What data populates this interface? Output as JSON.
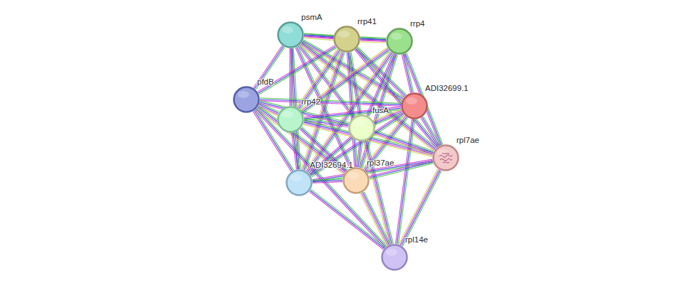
{
  "diagram": {
    "nodes": [
      {
        "text": [
          "psmA"
        ]
      },
      {
        "text": [
          "rrp41"
        ]
      },
      {
        "text": [
          "rrp4"
        ]
      },
      {
        "text": [
          "pfdB"
        ]
      },
      {
        "text": [
          "ADI32699.1"
        ]
      },
      {
        "text": [
          "rrp42"
        ]
      },
      {
        "text": [
          "fusA"
        ]
      },
      {
        "text": [
          "rpl7ae"
        ]
      },
      {
        "text": [
          "ADI32694.1"
        ]
      },
      {
        "text": [
          "rpl37ae"
        ]
      },
      {
        "text": [
          "rpl14e"
        ]
      }
    ],
    "edges": [
      {
        "from": 0,
        "to": 1,
        "arrow": "none"
      },
      {
        "from": 0,
        "to": 2,
        "arrow": "none"
      },
      {
        "from": 0,
        "to": 3,
        "arrow": "none"
      },
      {
        "from": 0,
        "to": 4,
        "arrow": "none"
      },
      {
        "from": 0,
        "to": 5,
        "arrow": "none"
      },
      {
        "from": 0,
        "to": 6,
        "arrow": "none"
      },
      {
        "from": 0,
        "to": 7,
        "arrow": "none"
      },
      {
        "from": 0,
        "to": 8,
        "arrow": "none"
      },
      {
        "from": 0,
        "to": 9,
        "arrow": "none"
      },
      {
        "from": 1,
        "to": 2,
        "arrow": "none"
      },
      {
        "from": 1,
        "to": 3,
        "arrow": "none"
      },
      {
        "from": 1,
        "to": 4,
        "arrow": "none"
      },
      {
        "from": 1,
        "to": 5,
        "arrow": "none"
      },
      {
        "from": 1,
        "to": 6,
        "arrow": "none"
      },
      {
        "from": 1,
        "to": 7,
        "arrow": "none"
      },
      {
        "from": 1,
        "to": 8,
        "arrow": "none"
      },
      {
        "from": 1,
        "to": 9,
        "arrow": "none"
      },
      {
        "from": 2,
        "to": 4,
        "arrow": "none"
      },
      {
        "from": 2,
        "to": 5,
        "arrow": "none"
      },
      {
        "from": 2,
        "to": 6,
        "arrow": "none"
      },
      {
        "from": 2,
        "to": 7,
        "arrow": "none"
      },
      {
        "from": 2,
        "to": 8,
        "arrow": "none"
      },
      {
        "from": 2,
        "to": 9,
        "arrow": "none"
      },
      {
        "from": 3,
        "to": 4,
        "arrow": "none"
      },
      {
        "from": 3,
        "to": 5,
        "arrow": "none"
      },
      {
        "from": 3,
        "to": 6,
        "arrow": "none"
      },
      {
        "from": 3,
        "to": 8,
        "arrow": "none"
      },
      {
        "from": 3,
        "to": 9,
        "arrow": "none"
      },
      {
        "from": 3,
        "to": 10,
        "arrow": "none"
      },
      {
        "from": 4,
        "to": 5,
        "arrow": "none"
      },
      {
        "from": 4,
        "to": 6,
        "arrow": "none"
      },
      {
        "from": 4,
        "to": 7,
        "arrow": "none"
      },
      {
        "from": 4,
        "to": 8,
        "arrow": "none"
      },
      {
        "from": 4,
        "to": 9,
        "arrow": "none"
      },
      {
        "from": 4,
        "to": 10,
        "arrow": "none"
      },
      {
        "from": 5,
        "to": 6,
        "arrow": "none"
      },
      {
        "from": 5,
        "to": 7,
        "arrow": "none"
      },
      {
        "from": 5,
        "to": 8,
        "arrow": "none"
      },
      {
        "from": 5,
        "to": 9,
        "arrow": "none"
      },
      {
        "from": 6,
        "to": 7,
        "arrow": "none"
      },
      {
        "from": 6,
        "to": 8,
        "arrow": "none"
      },
      {
        "from": 6,
        "to": 9,
        "arrow": "none"
      },
      {
        "from": 6,
        "to": 10,
        "arrow": "none"
      },
      {
        "from": 7,
        "to": 8,
        "arrow": "none"
      },
      {
        "from": 7,
        "to": 9,
        "arrow": "none"
      },
      {
        "from": 7,
        "to": 10,
        "arrow": "none"
      },
      {
        "from": 8,
        "to": 9,
        "arrow": "none"
      },
      {
        "from": 8,
        "to": 10,
        "arrow": "none"
      },
      {
        "from": 9,
        "to": 10,
        "arrow": "none"
      }
    ]
  }
}
